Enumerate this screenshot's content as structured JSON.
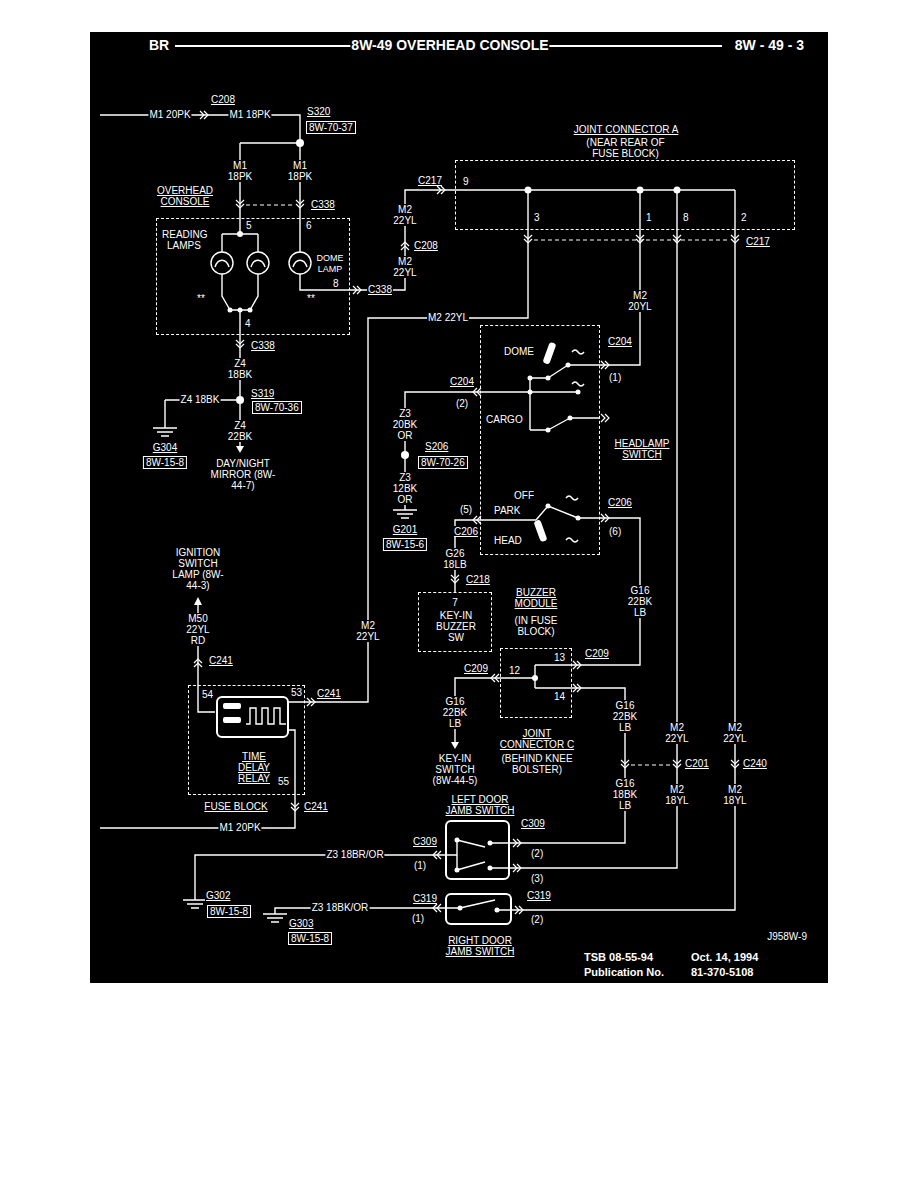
{
  "diagram": {
    "title": "8W-49 OVERHEAD CONSOLE",
    "nodes": [
      {
        "text": [
          "OVERHEAD CONSOLE",
          "READING LAMPS",
          "DOME LAMP"
        ]
      },
      {
        "text": [
          "JOINT CONNECTOR A",
          "(NEAR REAR OF FUSE BLOCK)"
        ]
      },
      {
        "text": [
          "DOME",
          "CARGO",
          "OFF",
          "PARK",
          "HEAD",
          "HEADLAMP SWITCH"
        ]
      },
      {
        "text": [
          "KEY-IN BUZZER SW",
          "BUZZER MODULE",
          "(IN FUSE BLOCK)"
        ]
      },
      {
        "text": [
          "JOINT CONNECTOR C",
          "(BEHIND KNEE BOLSTER)"
        ]
      },
      {
        "text": [
          "FUSE BLOCK"
        ]
      },
      {
        "text": [
          "TIME DELAY RELAY"
        ],
        "in": 5
      },
      {
        "text": [
          "LEFT DOOR JAMB SWITCH"
        ]
      },
      {
        "text": [
          "RIGHT DOOR JAMB SWITCH"
        ]
      }
    ],
    "edges": [
      {
        "from": 0,
        "to": 1,
        "arrow": "none"
      },
      {
        "from": 1,
        "to": 6,
        "arrow": "none"
      },
      {
        "from": 1,
        "to": 2,
        "arrow": "none"
      },
      {
        "from": 1,
        "to": 7,
        "arrow": "none"
      },
      {
        "from": 1,
        "to": 8,
        "arrow": "none"
      },
      {
        "from": 2,
        "to": 3,
        "arrow": "none"
      },
      {
        "from": 2,
        "to": 4,
        "arrow": "none"
      },
      {
        "from": 4,
        "to": 7,
        "arrow": "none"
      }
    ],
    "labels": [
      "BR",
      "8W - 49 - 3",
      "C208",
      "M1 20PK",
      "M1 18PK",
      "S320",
      "8W-70-37",
      "M1 18PK",
      "M1 18PK",
      "C338",
      "5",
      "6",
      "8",
      "**",
      "**",
      "4",
      "C338",
      "C338",
      "Z4 18BK",
      "S319",
      "8W-70-36",
      "Z4 18BK",
      "Z4 22BK",
      "DAY/NIGHT MIRROR (8W-44-7)",
      "G304",
      "8W-15-8",
      "M2 22YL",
      "C208",
      "M2 22YL",
      "C217",
      "9",
      "3",
      "1",
      "8",
      "2",
      "C217",
      "M2 20YL",
      "M2 22YL",
      "C204",
      "(1)",
      "C204",
      "(2)",
      "Z3 20BK OR",
      "S206",
      "8W-70-26",
      "Z3 12BK OR",
      "G201",
      "8W-15-6",
      "C206",
      "(6)",
      "(5)",
      "C206",
      "G26 18LB",
      "C218",
      "7",
      "G16 22BK LB",
      "C209",
      "13",
      "12",
      "14",
      "C209",
      "G16 22BK LB",
      "KEY-IN SWITCH (8W-44-5)",
      "G16 22BK LB",
      "M2 22YL",
      "M2 22YL",
      "C201",
      "C240",
      "G16 18BK LB",
      "M2 18YL",
      "M2 18YL",
      "C309",
      "(1)",
      "C309",
      "(2)",
      "(3)",
      "Z3 18BR/OR",
      "G302",
      "8W-15-8",
      "C319",
      "(1)",
      "C319",
      "(2)",
      "Z3 18BK/OR",
      "G303",
      "8W-15-8",
      "IGNITION SWITCH LAMP (8W-44-3)",
      "M50 22YL RD",
      "C241",
      "54",
      "53",
      "C241",
      "55",
      "C241",
      "M1 20PK",
      "J958W-9",
      "TSB 08-55-94",
      "Oct. 14, 1994",
      "Publication No.",
      "81-370-5108",
      "M2 22YL"
    ]
  }
}
